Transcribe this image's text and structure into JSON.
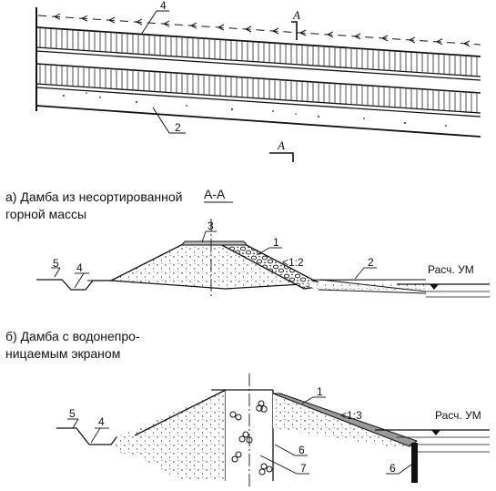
{
  "plan": {
    "section_mark": "A",
    "labels": {
      "pos_4": "4",
      "pos_2": "2"
    }
  },
  "section_a": {
    "title_line1": "а) Дамба из несортированной",
    "title_line2": "горной массы",
    "section_title": "А-А",
    "labels": {
      "pos_1": "1",
      "pos_2": "2",
      "pos_3": "3",
      "pos_4": "4",
      "pos_5": "5"
    },
    "slope": "<1:2",
    "water_level": "Расч. УМ"
  },
  "section_b": {
    "title_line1": "б) Дамба с водонепро-",
    "title_line2": "ницаемым экраном",
    "labels": {
      "pos_1": "1",
      "pos_4": "4",
      "pos_5": "5",
      "pos_6a": "6",
      "pos_6b": "6",
      "pos_7": "7"
    },
    "slope": "<1:3",
    "water_level": "Расч. УМ"
  }
}
